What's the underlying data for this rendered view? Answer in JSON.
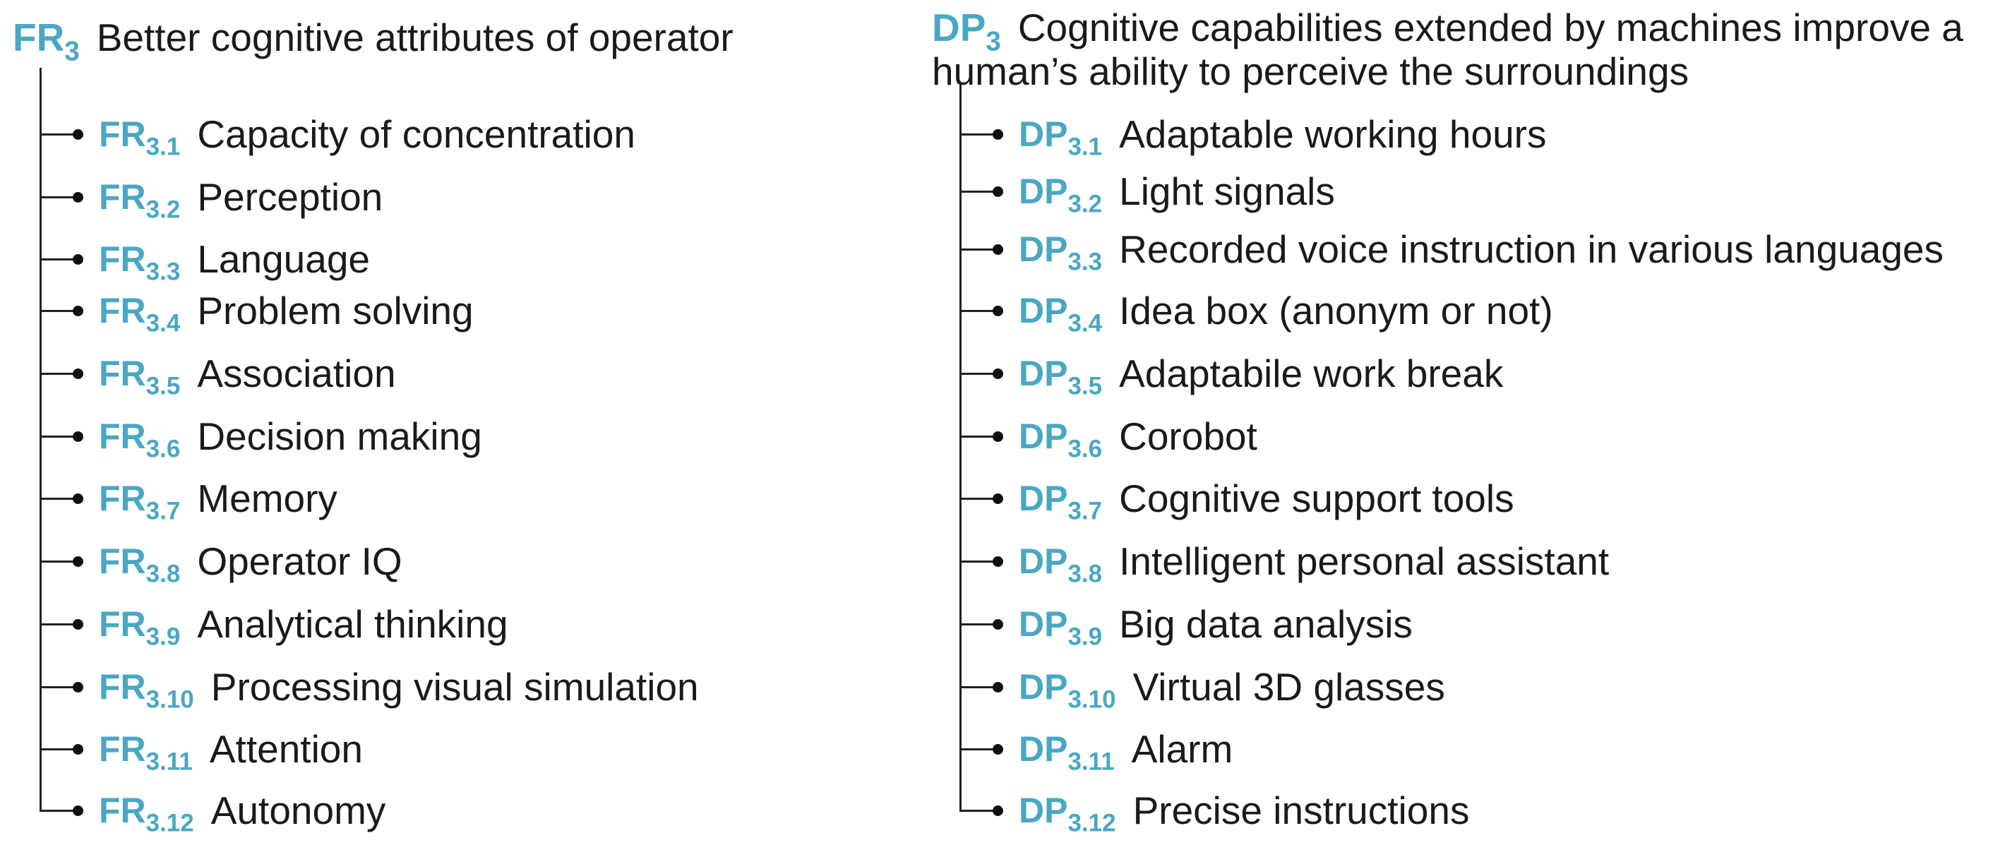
{
  "left_tree": {
    "root": {
      "code": "FR",
      "sub": "3",
      "label": "Better cognitive attributes of operator"
    },
    "children": [
      {
        "code": "FR",
        "sub": "3.1",
        "label": "Capacity of concentration"
      },
      {
        "code": "FR",
        "sub": "3.2",
        "label": "Perception"
      },
      {
        "code": "FR",
        "sub": "3.3",
        "label": "Language"
      },
      {
        "code": "FR",
        "sub": "3.4",
        "label": "Problem solving"
      },
      {
        "code": "FR",
        "sub": "3.5",
        "label": "Association"
      },
      {
        "code": "FR",
        "sub": "3.6",
        "label": "Decision making"
      },
      {
        "code": "FR",
        "sub": "3.7",
        "label": "Memory"
      },
      {
        "code": "FR",
        "sub": "3.8",
        "label": "Operator IQ"
      },
      {
        "code": "FR",
        "sub": "3.9",
        "label": "Analytical thinking"
      },
      {
        "code": "FR",
        "sub": "3.10",
        "label": "Processing visual simulation"
      },
      {
        "code": "FR",
        "sub": "3.11",
        "label": "Attention"
      },
      {
        "code": "FR",
        "sub": "3.12",
        "label": "Autonomy"
      }
    ]
  },
  "right_tree": {
    "root": {
      "code": "DP",
      "sub": "3",
      "label": "Cognitive capabilities extended by machines improve a human’s ability to perceive the surroundings"
    },
    "children": [
      {
        "code": "DP",
        "sub": "3.1",
        "label": "Adaptable working hours"
      },
      {
        "code": "DP",
        "sub": "3.2",
        "label": "Light signals"
      },
      {
        "code": "DP",
        "sub": "3.3",
        "label": "Recorded voice instruction in various languages"
      },
      {
        "code": "DP",
        "sub": "3.4",
        "label": "Idea box (anonym or not)"
      },
      {
        "code": "DP",
        "sub": "3.5",
        "label": "Adaptabile work break"
      },
      {
        "code": "DP",
        "sub": "3.6",
        "label": "Corobot"
      },
      {
        "code": "DP",
        "sub": "3.7",
        "label": "Cognitive support tools"
      },
      {
        "code": "DP",
        "sub": "3.8",
        "label": "Intelligent personal assistant"
      },
      {
        "code": "DP",
        "sub": "3.9",
        "label": "Big data analysis"
      },
      {
        "code": "DP",
        "sub": "3.10",
        "label": "Virtual 3D glasses"
      },
      {
        "code": "DP",
        "sub": "3.11",
        "label": "Alarm"
      },
      {
        "code": "DP",
        "sub": "3.12",
        "label": "Precise instructions"
      }
    ]
  },
  "colors": {
    "code": "#4aa7c4",
    "text": "#1a1a1a",
    "line": "#222222"
  }
}
